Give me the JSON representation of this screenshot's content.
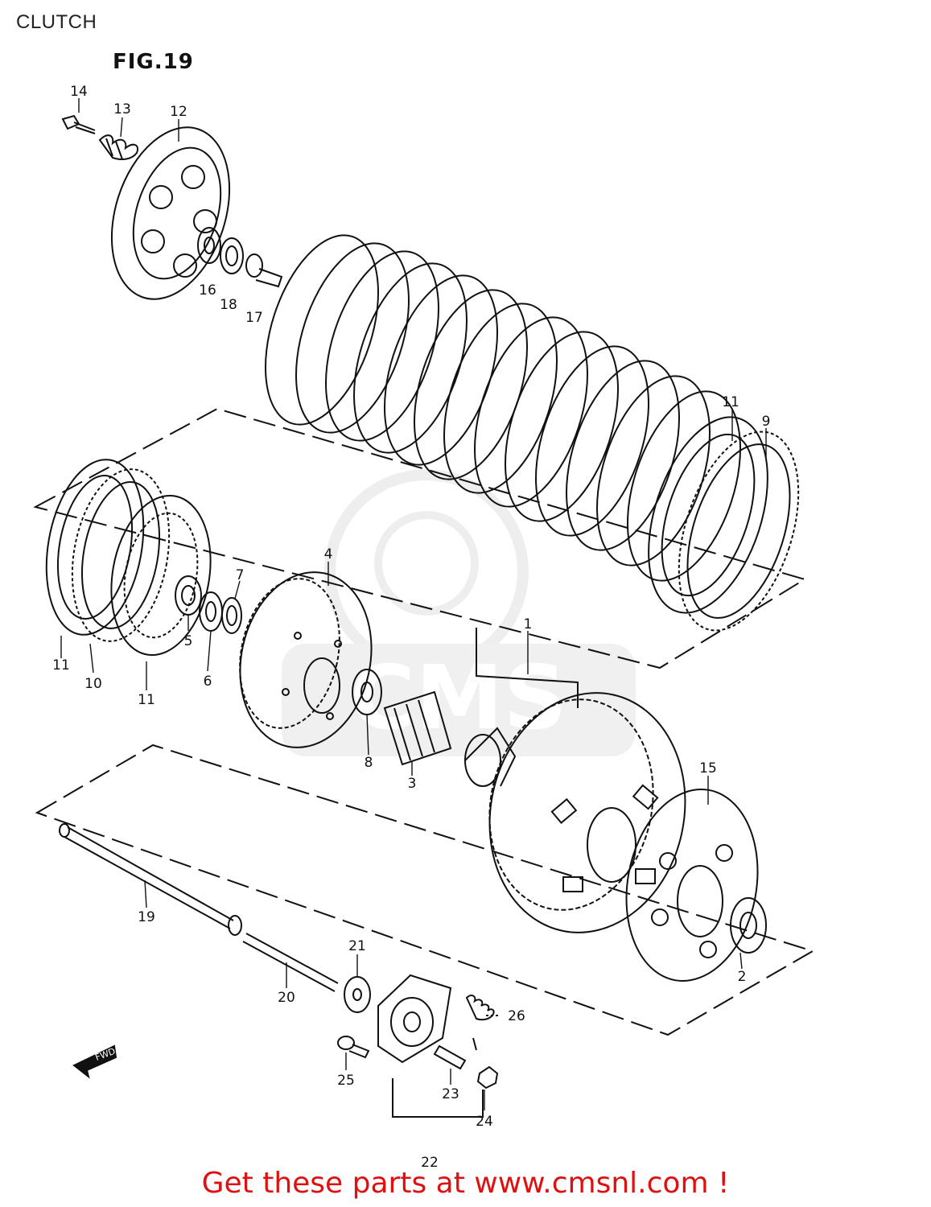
{
  "page_title": "CLUTCH",
  "figure_title": "FIG.19",
  "cta_text": "Get these parts at www.cmsnl.com !",
  "colors": {
    "line": "#111111",
    "cta": "#e01010",
    "watermark": "#9a9a9a"
  },
  "fwd_label": "FWD",
  "watermark_text": "CMS",
  "callouts": [
    {
      "id": "c14",
      "label": "14"
    },
    {
      "id": "c13",
      "label": "13"
    },
    {
      "id": "c12",
      "label": "12"
    },
    {
      "id": "c16",
      "label": "16"
    },
    {
      "id": "c18",
      "label": "18"
    },
    {
      "id": "c17",
      "label": "17"
    },
    {
      "id": "c11a",
      "label": "11"
    },
    {
      "id": "c9",
      "label": "9"
    },
    {
      "id": "c4",
      "label": "4"
    },
    {
      "id": "c7",
      "label": "7"
    },
    {
      "id": "c1",
      "label": "1"
    },
    {
      "id": "c11b",
      "label": "11"
    },
    {
      "id": "c10",
      "label": "10"
    },
    {
      "id": "c11c",
      "label": "11"
    },
    {
      "id": "c5",
      "label": "5"
    },
    {
      "id": "c6",
      "label": "6"
    },
    {
      "id": "c8",
      "label": "8"
    },
    {
      "id": "c3",
      "label": "3"
    },
    {
      "id": "c15",
      "label": "15"
    },
    {
      "id": "c19",
      "label": "19"
    },
    {
      "id": "c2",
      "label": "2"
    },
    {
      "id": "c21",
      "label": "21"
    },
    {
      "id": "c20",
      "label": "20"
    },
    {
      "id": "c26",
      "label": "26"
    },
    {
      "id": "c25",
      "label": "25"
    },
    {
      "id": "c23",
      "label": "23"
    },
    {
      "id": "c24",
      "label": "24"
    },
    {
      "id": "c22",
      "label": "22"
    }
  ]
}
